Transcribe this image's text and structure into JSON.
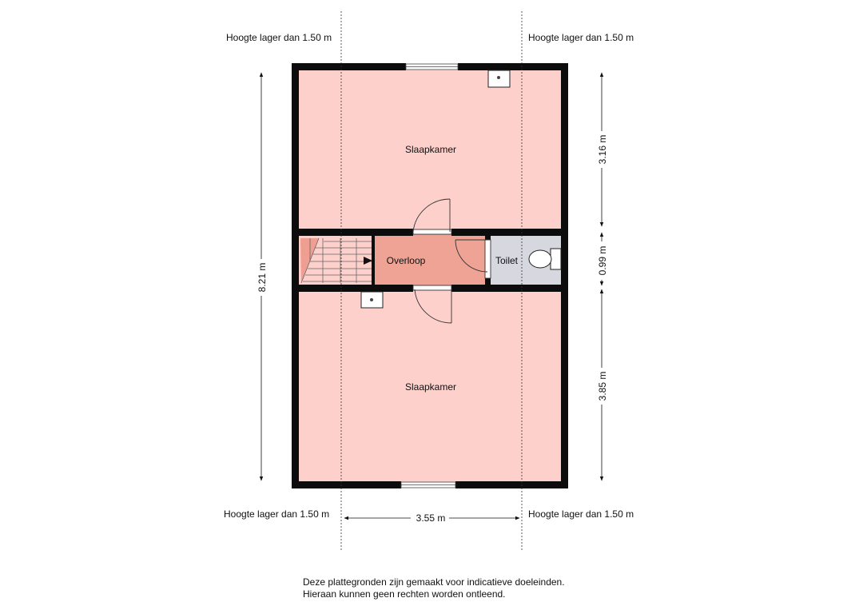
{
  "height_notes": {
    "top_left": "Hoogte lager dan 1.50 m",
    "top_right": "Hoogte lager dan 1.50 m",
    "bottom_left": "Hoogte lager dan 1.50 m",
    "bottom_right": "Hoogte lager dan 1.50 m"
  },
  "rooms": {
    "top_bedroom": "Slaapkamer",
    "landing": "Overloop",
    "toilet": "Toilet",
    "bottom_bedroom": "Slaapkamer"
  },
  "dimensions": {
    "total_length": "8.21 m",
    "top_bedroom_depth": "3.16 m",
    "landing_depth": "0.99 m",
    "bottom_bedroom_depth": "3.85 m",
    "width": "3.55 m"
  },
  "disclaimer": {
    "line1": "Deze plattegronden zijn gemaakt voor indicatieve doeleinden.",
    "line2": "Hieraan kunnen geen rechten worden ontleend."
  },
  "colors": {
    "bedroom_fill": "#fdd0cc",
    "landing_fill": "#eea394",
    "stair_fill": "#ee9f91",
    "toilet_fill": "#d6d7df",
    "wall": "#0c0c0c"
  }
}
